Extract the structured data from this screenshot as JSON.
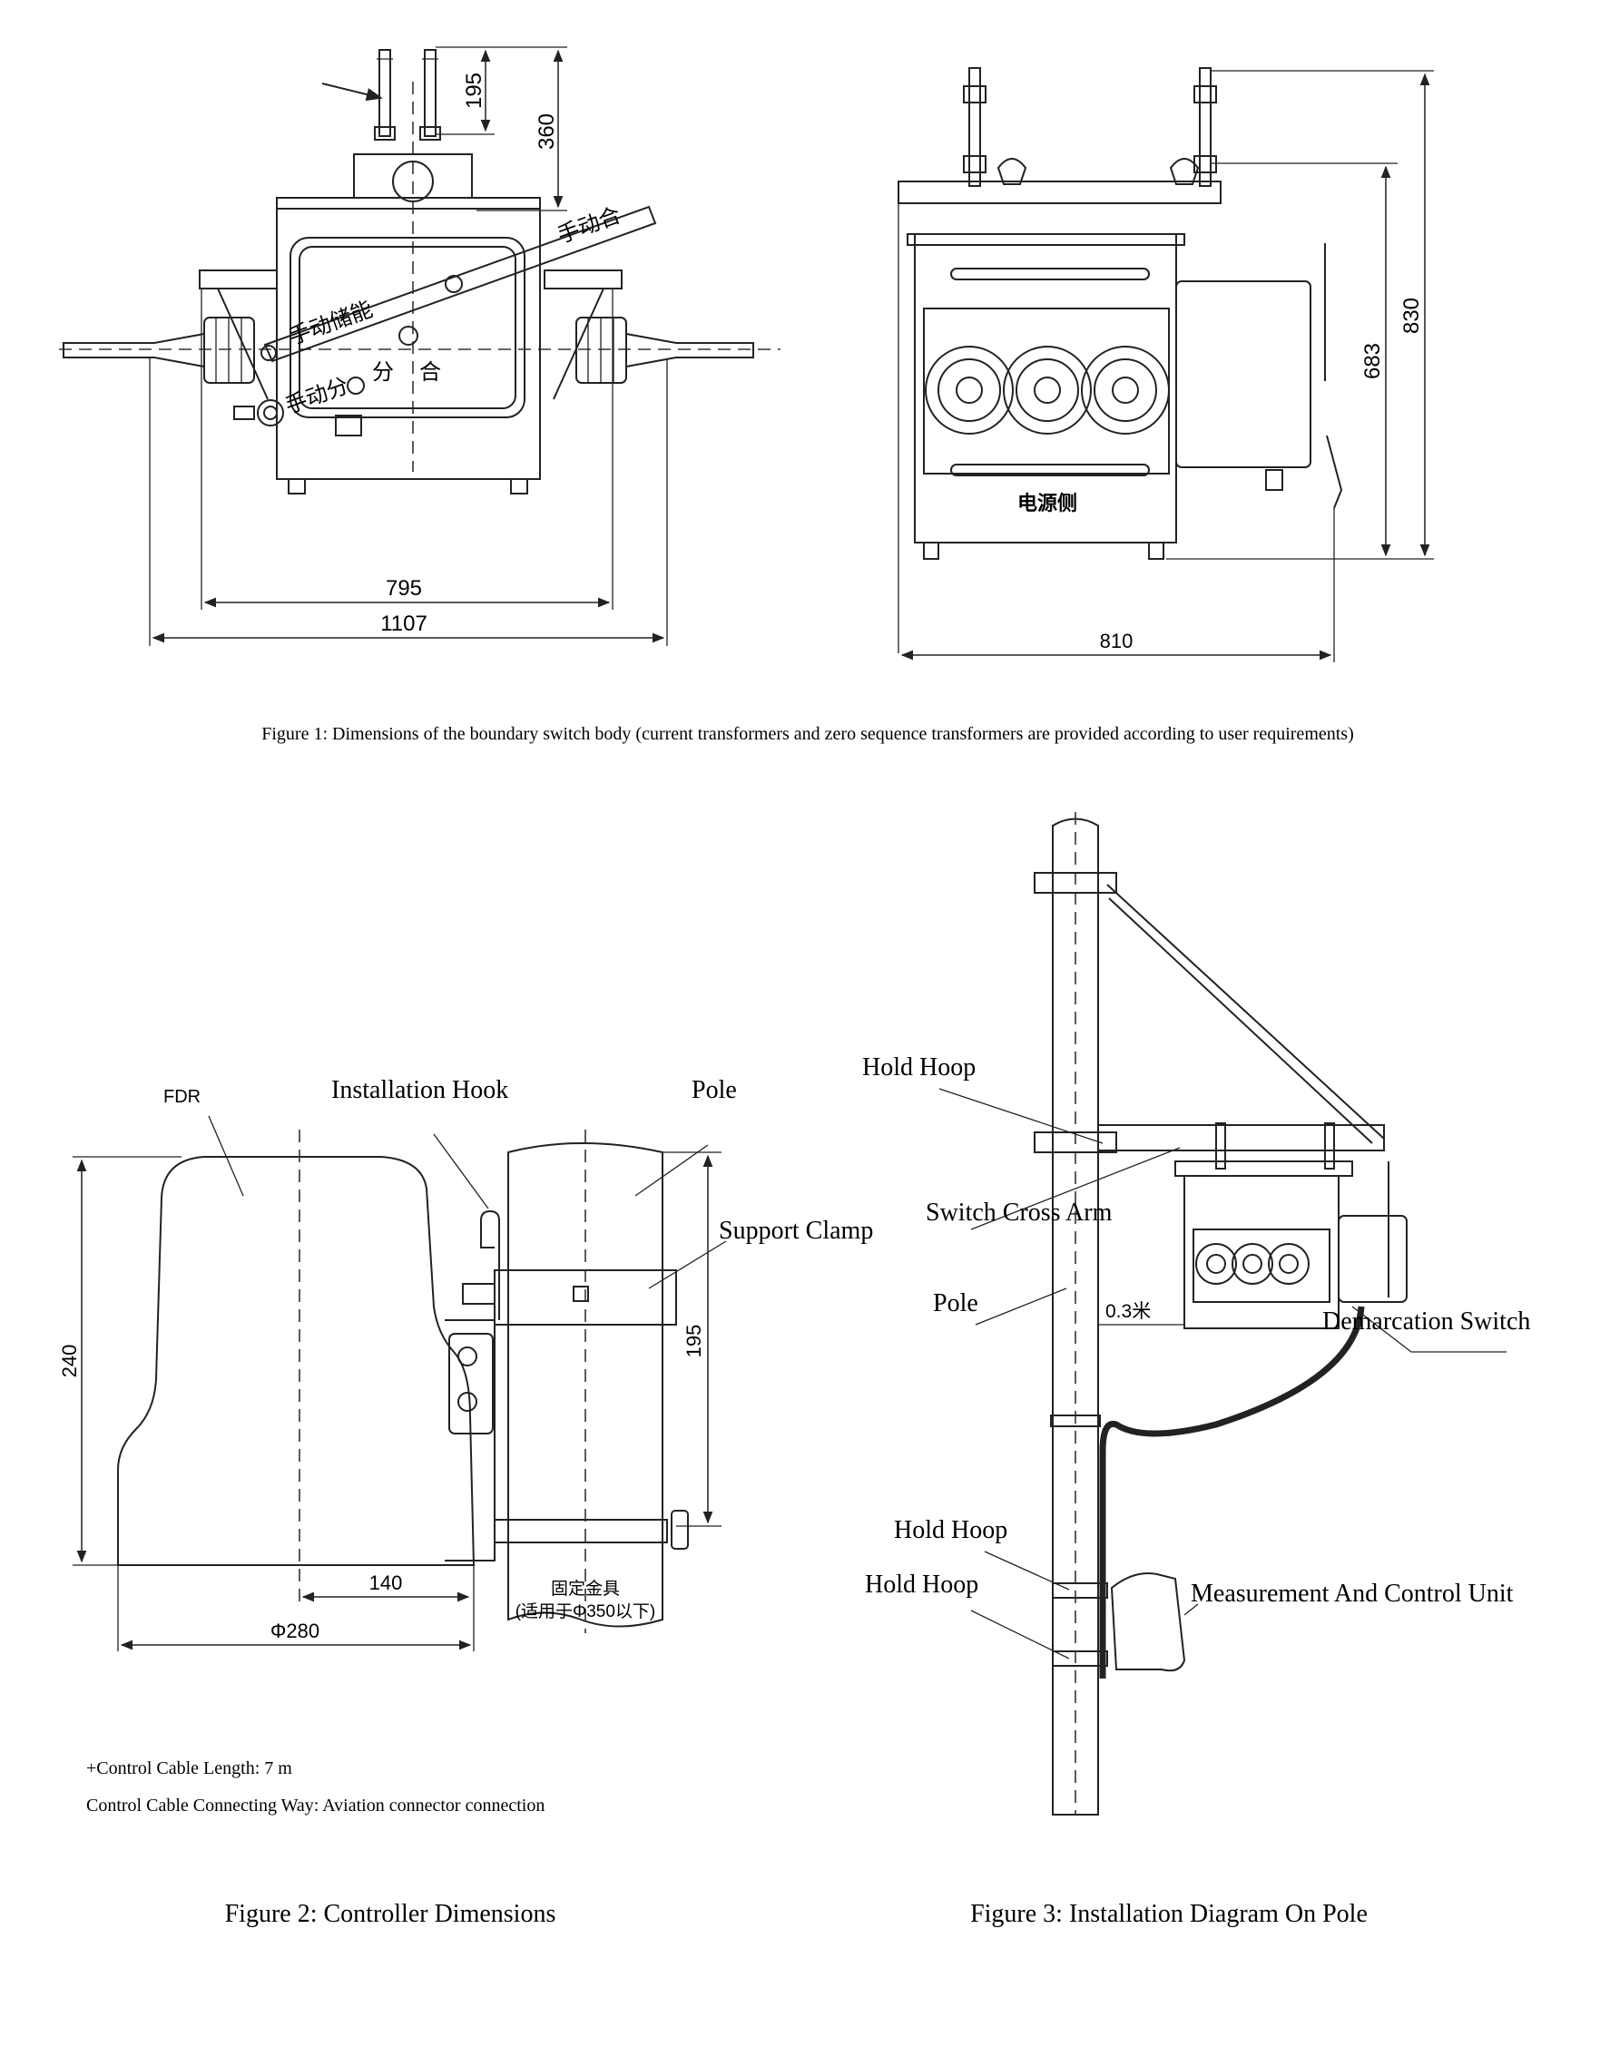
{
  "figure1": {
    "caption": "Figure 1: Dimensions of the boundary switch body (current transformers and zero sequence transformers are provided according to user requirements)",
    "dims": {
      "d195": "195",
      "d360": "360",
      "d795": "795",
      "d1107": "1107",
      "d810": "810",
      "d830": "830",
      "d683": "683"
    },
    "labels": {
      "manual_close": "手动合",
      "manual_store": "手动储能",
      "manual_open": "手动分",
      "open": "分",
      "close": "合",
      "power_side": "电源侧"
    }
  },
  "figure2": {
    "caption": "Figure 2: Controller Dimensions",
    "labels": {
      "fdr": "FDR",
      "installation_hook": "Installation Hook",
      "pole": "Pole",
      "support_clamp": "Support Clamp",
      "fixture": "固定金具",
      "fixture_note": "(适用于Φ350以下)"
    },
    "dims": {
      "d240": "240",
      "d195": "195",
      "d140": "140",
      "d280": "Φ280"
    },
    "notes": [
      "+Control Cable Length: 7 m",
      "Control Cable Connecting Way: Aviation connector connection"
    ]
  },
  "figure3": {
    "caption": "Figure 3: Installation Diagram On Pole",
    "labels": {
      "hold_hoop_top": "Hold Hoop",
      "switch_cross_arm": "Switch Cross Arm",
      "pole": "Pole",
      "distance": "0.3米",
      "demarcation_switch": "Demarcation Switch",
      "hold_hoop_1": "Hold Hoop",
      "hold_hoop_2": "Hold Hoop",
      "measurement_unit": "Measurement And Control Unit"
    }
  },
  "colors": {
    "line": "#222222",
    "background": "#ffffff"
  }
}
